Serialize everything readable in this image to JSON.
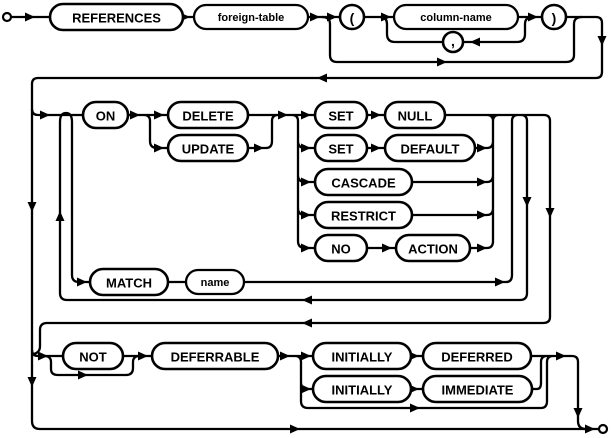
{
  "diagram": {
    "type": "railroad-syntax-diagram",
    "line_color": "#000000",
    "background_color": "#ffffff",
    "nodes": {
      "references": "REFERENCES",
      "foreign_table": "foreign-table",
      "open_paren": "(",
      "column_name": "column-name",
      "comma": ",",
      "close_paren": ")",
      "on_kw": "ON",
      "delete_kw": "DELETE",
      "update_kw": "UPDATE",
      "set1": "SET",
      "null_kw": "NULL",
      "set2": "SET",
      "default_kw": "DEFAULT",
      "cascade_kw": "CASCADE",
      "restrict_kw": "RESTRICT",
      "no_kw": "NO",
      "action_kw": "ACTION",
      "match_kw": "MATCH",
      "name_nt": "name",
      "not_kw": "NOT",
      "deferrable_kw": "DEFERRABLE",
      "initially1": "INITIALLY",
      "deferred_kw": "DEFERRED",
      "initially2": "INITIALLY",
      "immediate_kw": "IMMEDIATE"
    }
  }
}
